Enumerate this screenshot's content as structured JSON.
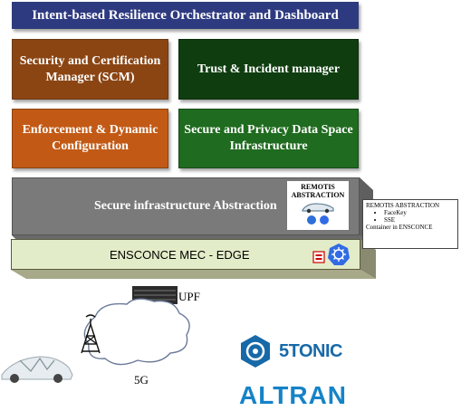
{
  "layers": {
    "top_title": "Intent-based Resilience Orchestrator and Dashboard",
    "scm": "Security and Certification Manager (SCM)",
    "trust": "Trust & Incident manager",
    "enforcement": "Enforcement & Dynamic Configuration",
    "data_space": "Secure and Privacy Data Space Infrastructure",
    "infra_abstraction": "Secure infrastructure Abstraction",
    "remotis_box_title": "REMOTIS ABSTRACTION",
    "mec_edge": "ENSCONCE MEC - EDGE"
  },
  "callout": {
    "title": "REMOTIS ABSTRACTION",
    "items": [
      "FaceKey",
      "SSE"
    ],
    "footer": "Container in ENSCONCE"
  },
  "network": {
    "upf_label": "UPF",
    "g5_label": "5G"
  },
  "logos": {
    "five_tonic": "5TONIC",
    "altran": "ALTRAN"
  },
  "colors": {
    "top": "#2e3a80",
    "scm": "#8b4513",
    "trust": "#0f3d0f",
    "enforcement": "#c25a16",
    "data_space": "#1f6b1f",
    "abstraction": "#7a7a7a",
    "mec": "#e3ecc8"
  },
  "icons": [
    "kubernetes-icon",
    "openshift-icon",
    "cell-tower-icon",
    "cloud-icon",
    "server-rack-icon",
    "car-icon"
  ]
}
